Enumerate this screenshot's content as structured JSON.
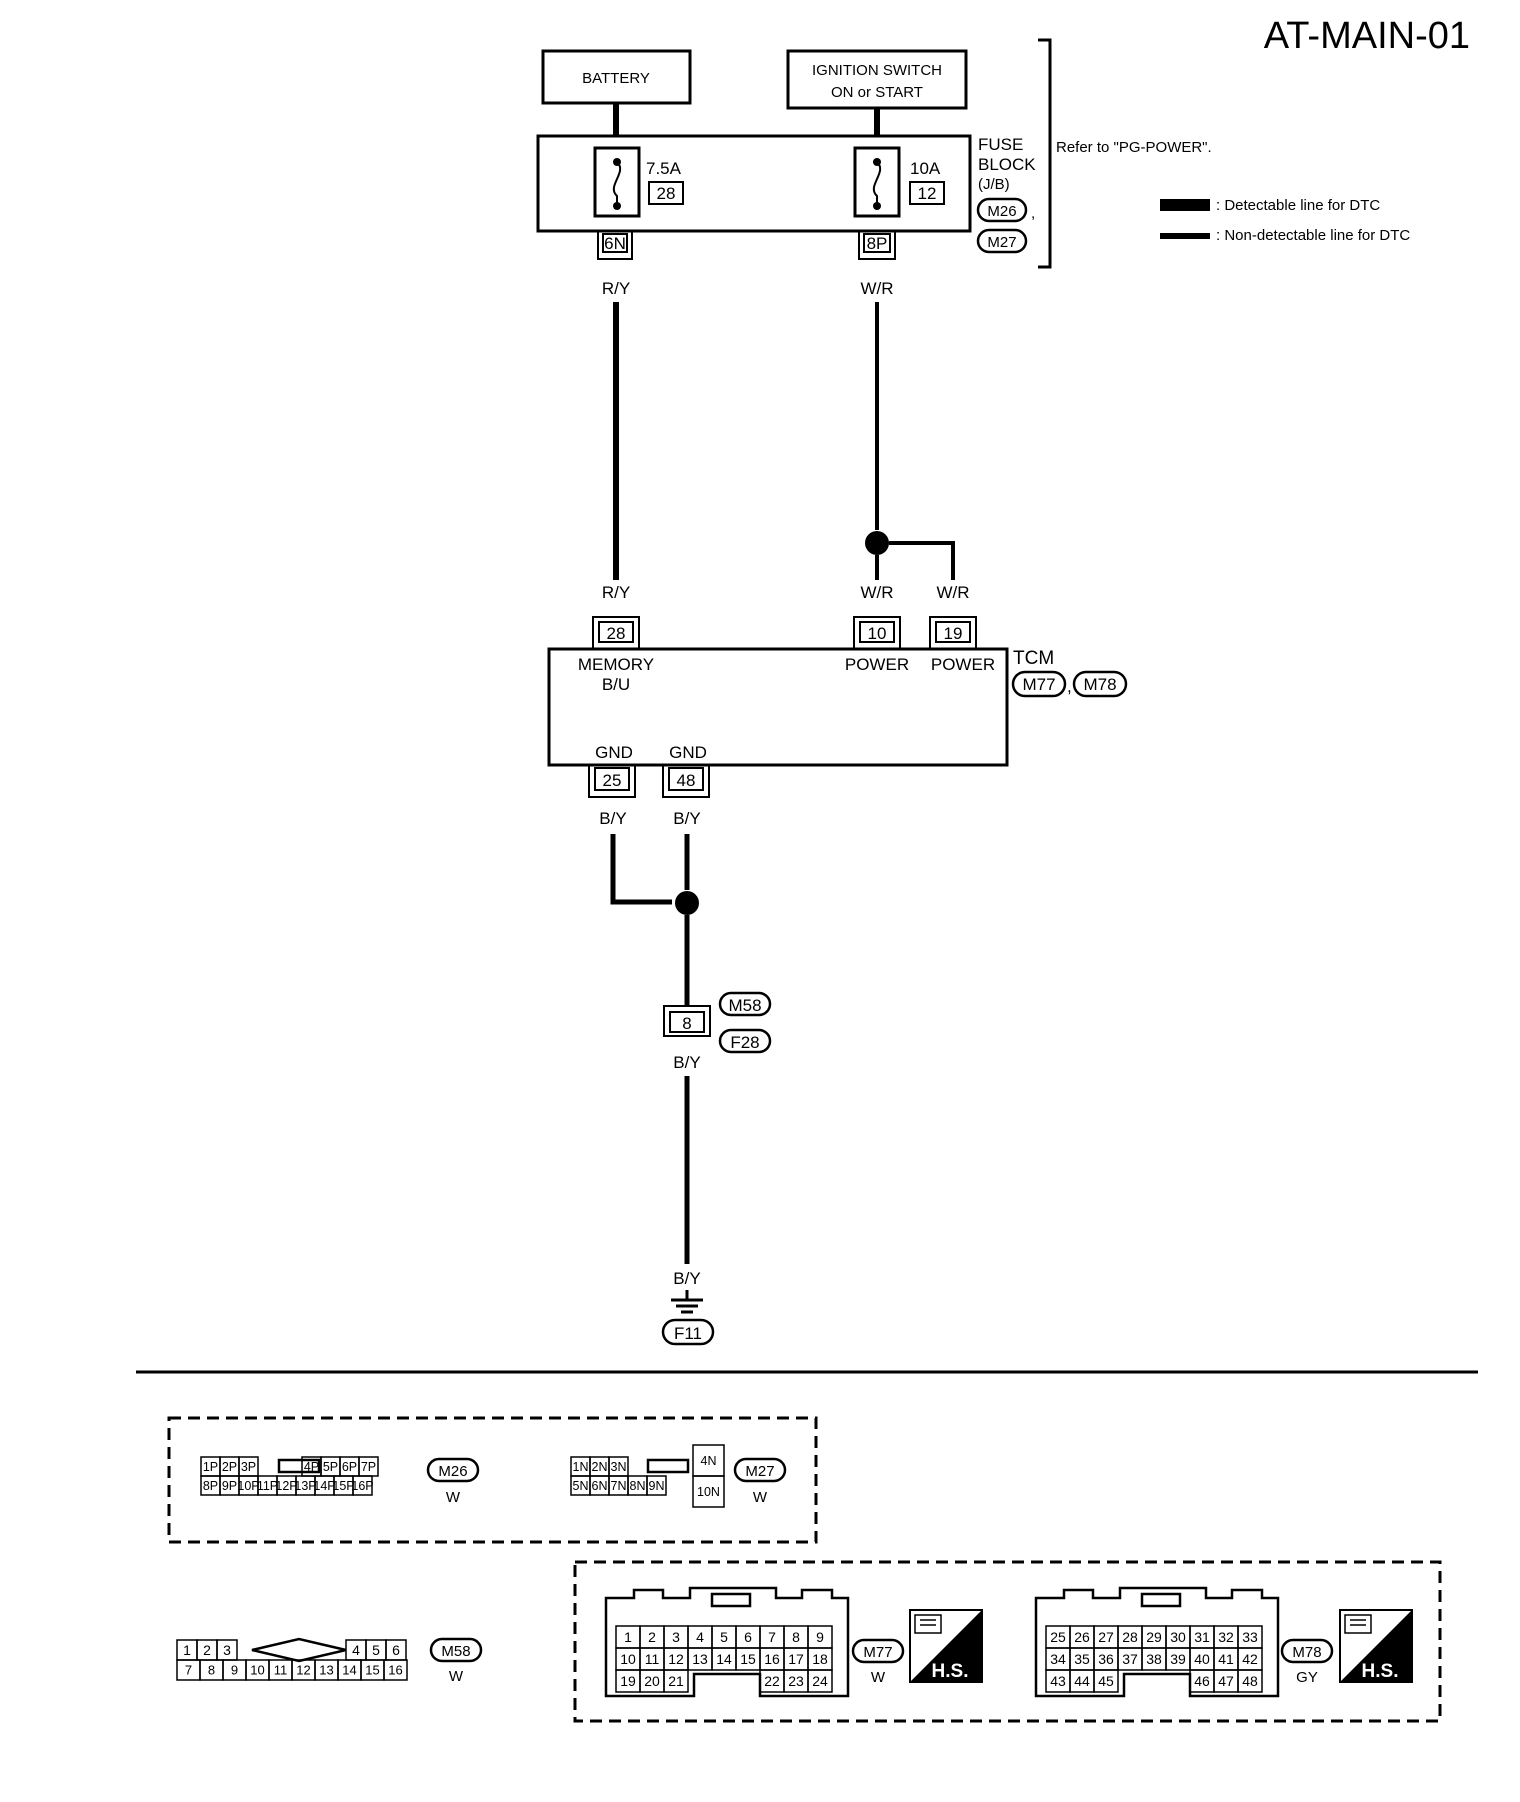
{
  "diagram_id": "AT-MAIN-01",
  "legend": {
    "detectable": ": Detectable line for DTC",
    "non_detectable": ": Non-detectable line for DTC"
  },
  "battery": {
    "label": "BATTERY"
  },
  "ignition": {
    "line1": "IGNITION SWITCH",
    "line2": "ON or START"
  },
  "fuse_block": {
    "line1": "FUSE",
    "line2": "BLOCK",
    "line3": "(J/B)",
    "conn1": "M26",
    "conn2": "M27",
    "comma": ",",
    "refer": "Refer to \"PG-POWER\".",
    "fuse_a": {
      "amps": "7.5A",
      "num": "28",
      "pin": "6N",
      "wire": "R/Y"
    },
    "fuse_b": {
      "amps": "10A",
      "num": "12",
      "pin": "8P",
      "wire": "W/R"
    }
  },
  "tcm": {
    "label": "TCM",
    "conn1": "M77",
    "conn2": "M78",
    "comma": ",",
    "pins": [
      {
        "num": "28",
        "wire": "R/Y",
        "func1": "MEMORY",
        "func2": "B/U"
      },
      {
        "num": "10",
        "wire": "W/R",
        "func1": "POWER"
      },
      {
        "num": "19",
        "wire": "W/R",
        "func1": "POWER"
      },
      {
        "num": "25",
        "wire": "B/Y",
        "func1": "GND"
      },
      {
        "num": "48",
        "wire": "B/Y",
        "func1": "GND"
      }
    ]
  },
  "joint": {
    "num": "8",
    "conn1": "M58",
    "conn2": "F28",
    "wire_below": "B/Y"
  },
  "ground": {
    "wire": "B/Y",
    "label": "F11"
  },
  "connectors": {
    "m26": {
      "id": "M26",
      "color": "W",
      "top": [
        "1P",
        "2P",
        "3P",
        "4P",
        "5P",
        "6P",
        "7P"
      ],
      "bottom": [
        "8P",
        "9P",
        "10P",
        "11P",
        "12P",
        "13P",
        "14P",
        "15P",
        "16P"
      ]
    },
    "m27": {
      "id": "M27",
      "color": "W",
      "top": [
        "1N",
        "2N",
        "3N"
      ],
      "bottom": [
        "5N",
        "6N",
        "7N",
        "8N",
        "9N"
      ],
      "side": [
        "4N",
        "10N"
      ]
    },
    "m58": {
      "id": "M58",
      "color": "W",
      "top": [
        "1",
        "2",
        "3",
        "4",
        "5",
        "6"
      ],
      "bottom": [
        "7",
        "8",
        "9",
        "10",
        "11",
        "12",
        "13",
        "14",
        "15",
        "16"
      ]
    },
    "m77": {
      "id": "M77",
      "color": "W",
      "hs": "H.S.",
      "row1": [
        "1",
        "2",
        "3",
        "4",
        "5",
        "6",
        "7",
        "8",
        "9"
      ],
      "row2": [
        "10",
        "11",
        "12",
        "13",
        "14",
        "15",
        "16",
        "17",
        "18"
      ],
      "row3a": [
        "19",
        "20",
        "21"
      ],
      "row3b": [
        "22",
        "23",
        "24"
      ]
    },
    "m78": {
      "id": "M78",
      "color": "GY",
      "hs": "H.S.",
      "row1": [
        "25",
        "26",
        "27",
        "28",
        "29",
        "30",
        "31",
        "32",
        "33"
      ],
      "row2": [
        "34",
        "35",
        "36",
        "37",
        "38",
        "39",
        "40",
        "41",
        "42"
      ],
      "row3a": [
        "43",
        "44",
        "45"
      ],
      "row3b": [
        "46",
        "47",
        "48"
      ]
    }
  }
}
